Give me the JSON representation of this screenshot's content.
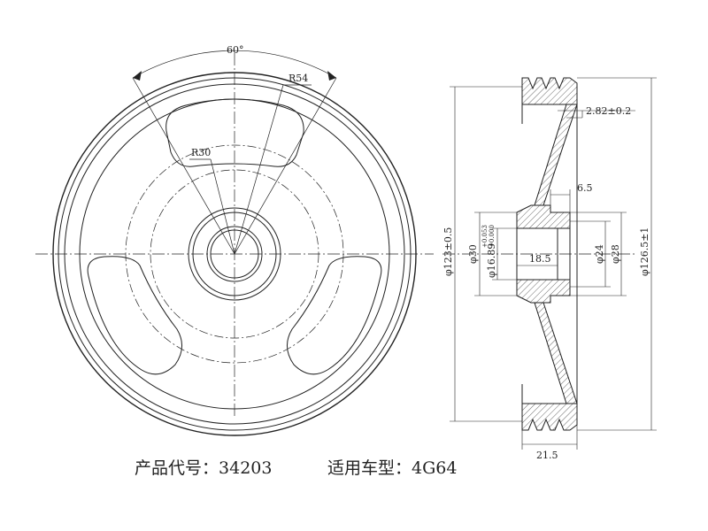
{
  "front_view": {
    "angle_label": "60°",
    "outer_arc_radius_label": "R54",
    "inner_arc_radius_label": "R30"
  },
  "section_view": {
    "groove_label": "2.82±0.2",
    "step_label": "6.5",
    "bore_length_label": "18.5",
    "bore_dia_label": "φ16.89",
    "bore_tol_upper": "+0.053",
    "bore_tol_lower": "+0.000",
    "hub_outer_label": "φ30",
    "inner_dia_24_label": "φ24",
    "inner_dia_28_label": "φ28",
    "dia_123_label": "φ123±0.5",
    "dia_126_label": "φ126.5±1",
    "width_label": "21.5"
  },
  "caption": {
    "product_code_label": "产品代号：",
    "product_code_value": "34203",
    "vehicle_label": "适用车型：",
    "vehicle_value": "4G64"
  },
  "colors": {
    "line": "#222222",
    "hatch": "#444444"
  }
}
